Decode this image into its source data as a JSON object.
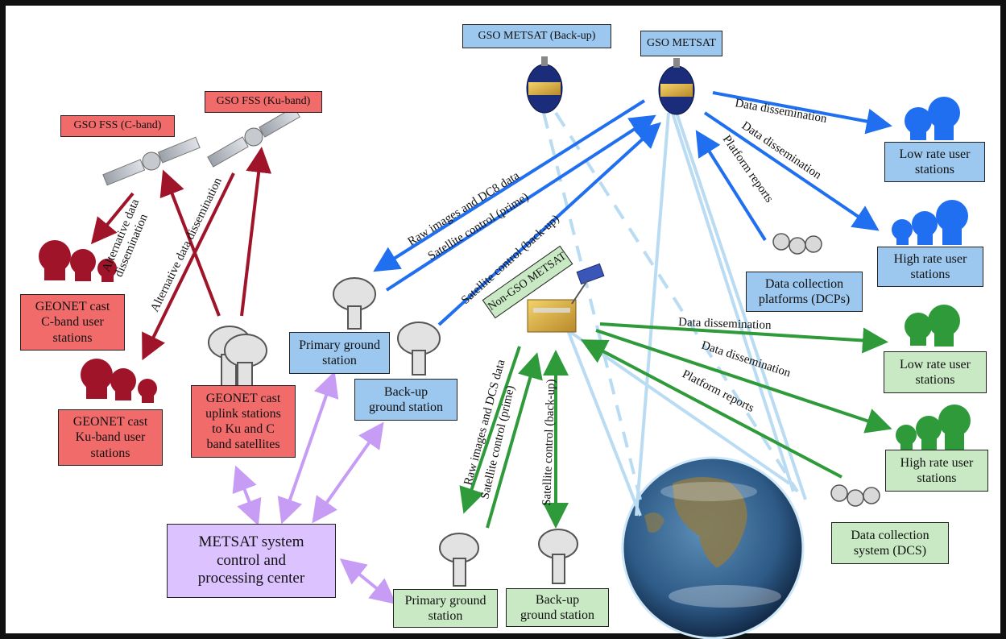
{
  "colors": {
    "red_box": "#f26b6b",
    "blue_box": "#9cc7ee",
    "green_box": "#c8e9c3",
    "purple_box": "#dcc3ff",
    "dark_red_arrow": "#a0142a",
    "blue_arrow": "#1f6ff0",
    "green_arrow": "#2e9a3a",
    "purple_arrow": "#c79cf5",
    "light_blue_line": "#b9dcf3"
  },
  "boxes": {
    "gso_fss_c": "GSO FSS (C-band)",
    "gso_fss_ku": "GSO FSS (Ku-band)",
    "gso_metsat_backup": "GSO METSAT (Back-up)",
    "gso_metsat": "GSO METSAT",
    "low_rate_blue": "Low rate user\nstations",
    "high_rate_blue": "High rate user\nstations",
    "dcp": "Data collection\nplatforms (DCPs)",
    "geonet_c": "GEONET cast\nC-band user\nstations",
    "geonet_ku": "GEONET cast\nKu-band user\nstations",
    "geonet_uplink": "GEONET cast\nuplink stations\nto Ku and C\nband satellites",
    "primary_ground_blue": "Primary ground\nstation",
    "backup_ground_blue": "Back-up\nground station",
    "metsat_center": "METSAT system\ncontrol and\nprocessing center",
    "primary_ground_green": "Primary ground\nstation",
    "backup_ground_green": "Back-up\nground station",
    "non_gso": "Non-GSO METSAT",
    "low_rate_green": "Low rate user\nstations",
    "high_rate_green": "High rate user\nstations",
    "dcs": "Data collection\nsystem (DCS)"
  },
  "labels": {
    "alt_dissem_c": "Alternative data\ndissemination",
    "alt_dissem_ku": "Alternative data dissemination",
    "raw_dc8": "Raw images and DC8 data",
    "sat_ctrl_prime": "Satellite control (prime)",
    "sat_ctrl_backup": "Satellite control (back-up)",
    "blue_dissem_1": "Data dissemination",
    "blue_dissem_2": "Data dissemination",
    "blue_platform": "Platform reports",
    "green_dissem_1": "Data dissemination",
    "green_dissem_2": "Data dissemination",
    "green_platform": "Platform reports",
    "raw_dcs": "Raw images and DCS data",
    "green_ctrl_prime": "Satellite control (prime)",
    "green_ctrl_backup": "Satellite control (back-up)"
  }
}
